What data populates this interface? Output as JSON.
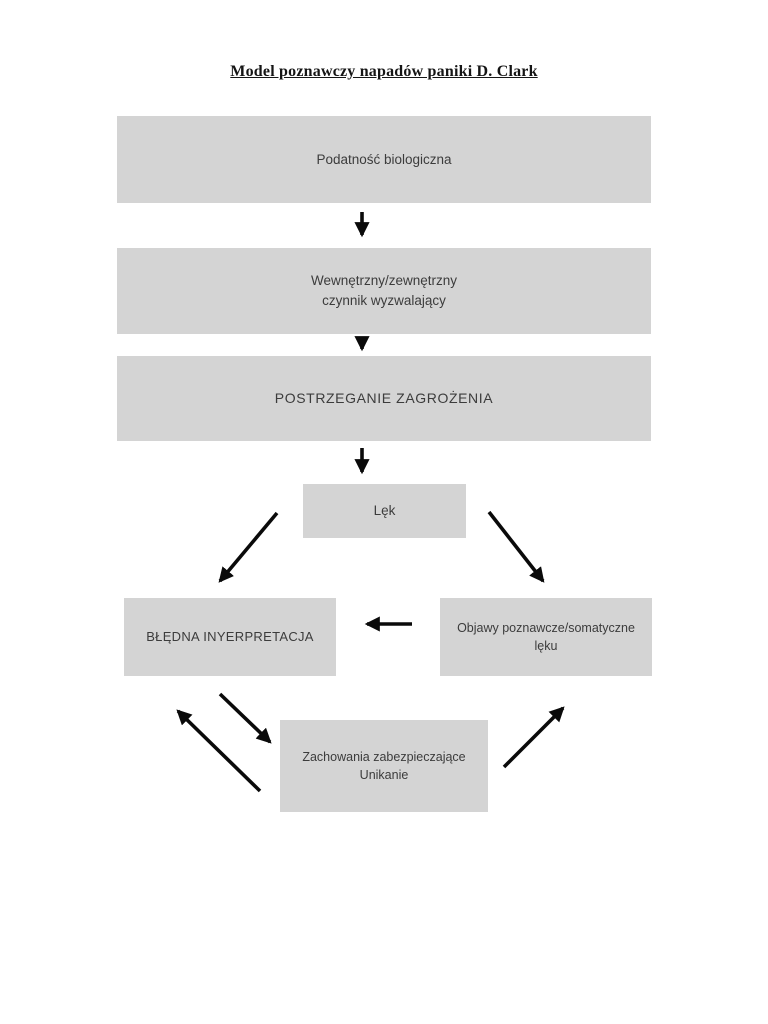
{
  "page": {
    "title": "Model poznawczy napadów paniki D. Clark"
  },
  "diagram": {
    "boxes": {
      "biological": {
        "label": "Podatność biologiczna"
      },
      "trigger": {
        "line1": "Wewnętrzny/zewnętrzny",
        "line2": "czynnik wyzwalający"
      },
      "threat": {
        "label": "POSTRZEGANIE ZAGROŻENIA"
      },
      "fear": {
        "label": "Lęk"
      },
      "misinterpretation": {
        "label": "BŁĘDNA INYERPRETACJA"
      },
      "symptoms": {
        "line1": "Objawy poznawcze/somatyczne",
        "line2": "lęku"
      },
      "safety": {
        "line1": "Zachowania zabezpieczające",
        "line2": "Unikanie"
      }
    },
    "colors": {
      "box_fill": "#d4d4d4",
      "box_text": "#3c3c3c",
      "arrow": "#0a0a0a",
      "page_background": "#ffffff",
      "title_text": "#151515"
    }
  }
}
